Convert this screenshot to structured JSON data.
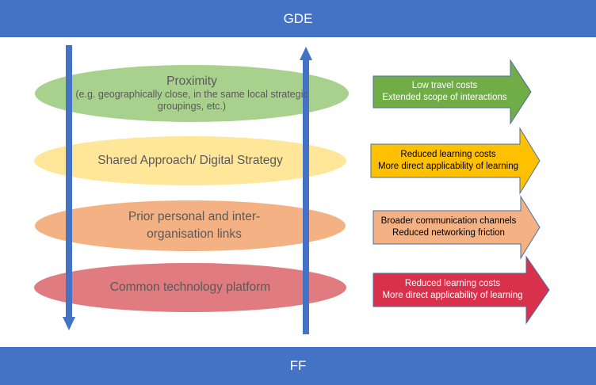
{
  "top_label": "GDE",
  "bottom_label": "FF",
  "factors": [
    {
      "title": "Proximity",
      "detail": "(e.g. geographically close, in the same local strategic groupings, etc.)",
      "fill": "#a9d18e"
    },
    {
      "title": "Shared Approach/ Digital Strategy",
      "fill": "#ffe699"
    },
    {
      "title": "Prior personal and inter-organisation links",
      "fill": "#f4b183"
    },
    {
      "title": "Common technology platform",
      "fill": "#e07b7f"
    }
  ],
  "outcomes": [
    {
      "line1": "Low travel costs",
      "line2": "Extended scope of interactions",
      "fill": "#70ad47",
      "text_color": "#ffffff"
    },
    {
      "line1": "Reduced learning costs",
      "line2": "More direct applicability of learning",
      "fill": "#ffc000",
      "text_color": "#000000"
    },
    {
      "line1": "Broader communication channels",
      "line2": "Reduced networking friction",
      "fill": "#f4b183",
      "text_color": "#000000"
    },
    {
      "line1": "Reduced learning costs",
      "line2": "More direct applicability of learning",
      "fill": "#d9304b",
      "text_color": "#ffffff"
    }
  ],
  "colors": {
    "bar": "#4472c4",
    "flow_arrow": "#4472c4",
    "arrow_outline": "#4a6fa5"
  }
}
